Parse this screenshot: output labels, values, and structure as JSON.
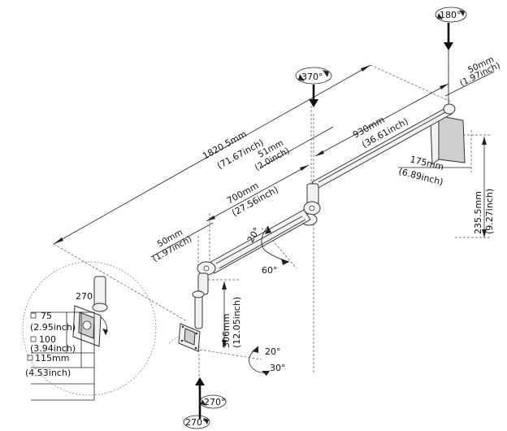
{
  "rotation_labels": {
    "top": "180°",
    "upper_joint": "370°",
    "bracket_a": "270°",
    "bracket_b": "270°",
    "vesa_head": "270"
  },
  "tilt_labels": {
    "up": "20°",
    "down": "60°",
    "small_up": "20°",
    "small_down": "30°"
  },
  "dimensions": {
    "overall": [
      "1820.5mm",
      "(71.67inch)"
    ],
    "upper_arm": [
      "930mm",
      "(36.61inch)"
    ],
    "top_offset": [
      "50mm",
      "(1.97inch)"
    ],
    "joint_gap": [
      "51mm",
      "(2.0inch)"
    ],
    "lower_arm": [
      "700mm",
      "(27.56inch)"
    ],
    "lower_offset": [
      "50mm",
      "(1.97inch)"
    ],
    "bracket_depth": [
      "175mm",
      "(6.89inch)"
    ],
    "bracket_height": [
      "235.5mm",
      "(9.27inch)"
    ],
    "drop_height": [
      "306mm",
      "(12.05inch)"
    ]
  },
  "vesa": [
    {
      "size": "75",
      "inch": "(2.95inch)"
    },
    {
      "size": "100",
      "inch": "(3.94inch)"
    },
    {
      "size": "115mm",
      "inch": "(4.53inch)"
    }
  ]
}
